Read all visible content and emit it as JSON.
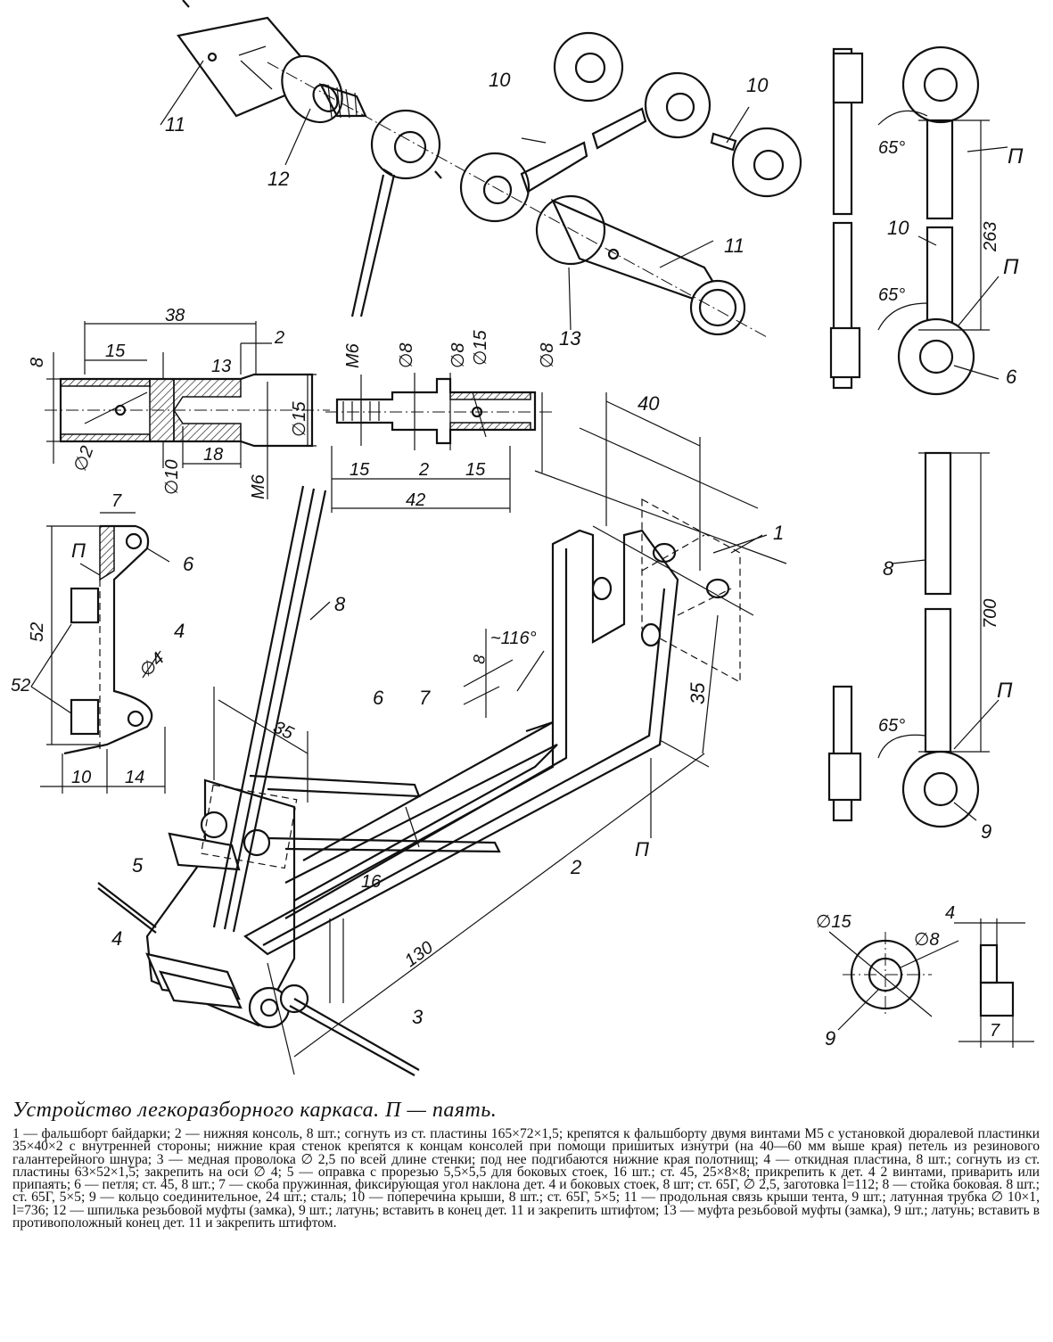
{
  "caption": {
    "title": "Устройство легкоразборного каркаса. П — паять.",
    "body": "1 — фальшборт байдарки; 2 — нижняя консоль, 8 шт.; согнуть из ст. пластины 165×72×1,5; крепятся к фальшборту двумя винтами М5 с установкой дюралевой пластинки 35×40×2 с внутренней стороны; нижние края стенок крепятся к концам консолей при помощи пришитых изнутри (на 40—60 мм выше края) петель из резинового галантерейного шнура; 3 — медная проволока ∅ 2,5 по всей длине стенки; под нее подгибаются нижние края полотнищ; 4 — откидная пластина, 8 шт.; согнуть из ст. пластины 63×52×1,5; закрепить на оси ∅ 4; 5 — оправка с прорезью 5,5×5,5 для боковых стоек, 16 шт.; ст. 45, 25×8×8; прикрепить к дет. 4 2 винтами, приварить или припаять; 6 — петля; ст. 45, 8 шт.; 7 — скоба пружинная, фиксирующая угол наклона дет. 4 и боковых стоек, 8 шт; ст. 65Г, ∅ 2,5, заготовка l=112; 8 — стойка боковая. 8 шт.; ст. 65Г, 5×5; 9 — кольцо соединительное, 24 шт.; сталь; 10 — поперечина крыши, 8 шт.; ст. 65Г, 5×5; 11 — продольная связь крыши тента, 9 шт.; латунная трубка ∅ 10×1, l=736; 12 — шпилька резьбовой муфты (замка), 9 шт.; латунь; вставить в конец дет. 11 и закрепить штифтом; 13 — муфта резьбовой муфты (замка), 9 шт.; латунь; вставить в противоположный конец дет. 11 и закрепить штифтом."
  },
  "labels": {
    "p11a": "11",
    "p12": "12",
    "p10a": "10",
    "p10b": "10",
    "p11b": "11",
    "p13a": "13",
    "d38": "38",
    "d15a": "15",
    "d2a": "2",
    "d13": "13",
    "d8a": "8",
    "d2phi": "∅2",
    "d18": "18",
    "d10phi": "∅10",
    "dM6a": "М6",
    "d15phia": "∅15",
    "dM6b": "М6",
    "d8phib": "∅8",
    "d8phic": "∅8",
    "d15phib": "∅15",
    "d8phid": "∅8",
    "d15b": "15",
    "d2b": "2",
    "d15c": "15",
    "d42": "42",
    "d7a": "7",
    "pPa": "П",
    "p6a": "6",
    "d52a": "52",
    "p4a": "4",
    "d4phi": "∅4",
    "d52b": "52",
    "d10": "10",
    "d14": "14",
    "d40": "40",
    "p1": "1",
    "p8a": "8",
    "d8b": "8",
    "d116": "~116°",
    "d35a": "35",
    "p6b": "6",
    "p7": "7",
    "d35b": "35",
    "p5": "5",
    "pPb": "П",
    "p2": "2",
    "p4b": "4",
    "d16": "16",
    "d130": "130",
    "p3": "3",
    "ang65a": "65°",
    "pPc": "П",
    "p10c": "10",
    "d263": "263",
    "pPd": "П",
    "ang65b": "65°",
    "p6c": "6",
    "p8b": "8",
    "d700": "700",
    "pPe": "П",
    "ang65c": "65°",
    "p9a": "9",
    "d15phic": "∅15",
    "d4": "4",
    "d8phie": "∅8",
    "p9b": "9",
    "d7b": "7"
  }
}
